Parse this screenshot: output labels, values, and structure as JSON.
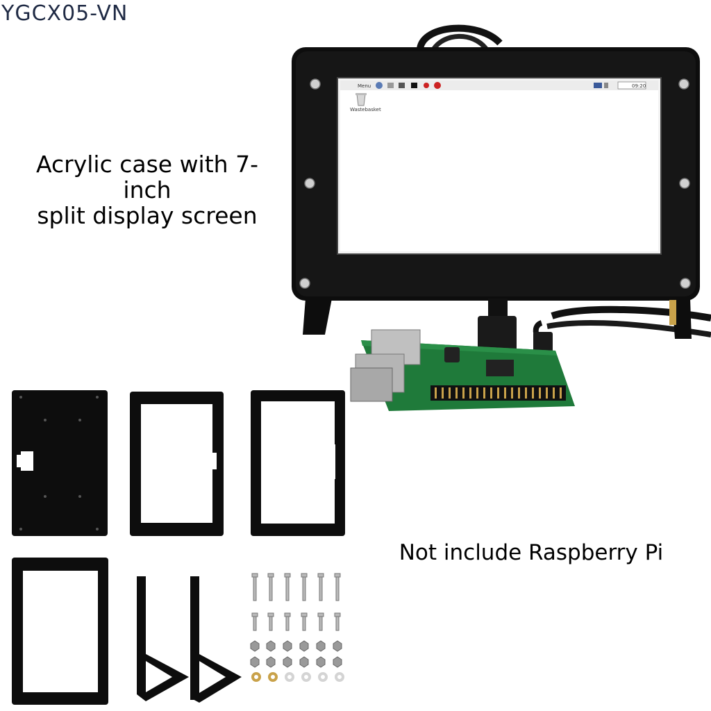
{
  "product": {
    "sku": "YGCX05-VN",
    "caption_case": "Acrylic case with 7-inch split display screen",
    "caption_case_line1": "Acrylic case with 7-inch",
    "caption_case_line2": "split display screen",
    "caption_note": "Not include Raspberry Pi"
  },
  "screen": {
    "menu_label": "Menu",
    "desktop_icon_label": "Wastebasket",
    "clock": "09:20"
  },
  "colors": {
    "acrylic": "#0d0d0d",
    "screen_bg": "#ffffff",
    "pcb": "#1f7a3a",
    "metal": "#b9b9b9",
    "brass": "#c9a24a",
    "caption": "#000000",
    "sku": "#1f2a44"
  },
  "icons": [
    "screw-icon",
    "nut-icon",
    "washer-icon",
    "wastebasket-icon"
  ]
}
